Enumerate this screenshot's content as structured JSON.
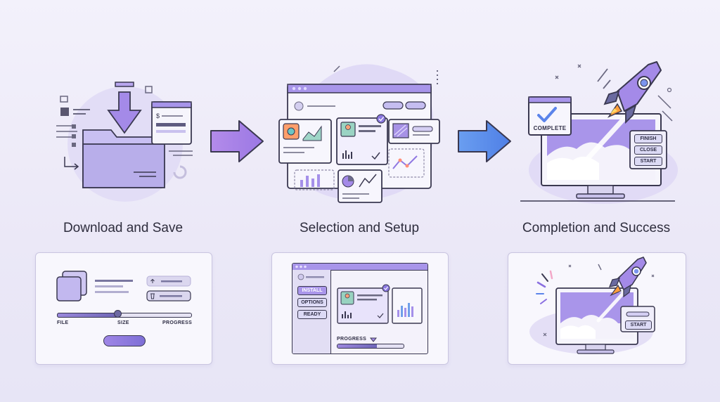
{
  "steps": [
    {
      "title": "Download and Save"
    },
    {
      "title": "Selection and Setup"
    },
    {
      "title": "Completion and Success"
    }
  ],
  "illustration": {
    "complete_badge": "COMPLETE",
    "buttons": [
      "FINISH",
      "CLOSE",
      "START"
    ]
  },
  "card_download": {
    "labels": [
      "FILE",
      "SIZE",
      "PROGRESS"
    ],
    "slider_level": 0.45
  },
  "card_setup": {
    "buttons": [
      "INSTALL",
      "OPTIONS",
      "READY"
    ],
    "progress_label": "PROGRESS",
    "progress_level": 0.6
  },
  "card_success": {
    "button": "START"
  },
  "colors": {
    "accent_purple": "#9b7fe6",
    "accent_blue": "#5b8def",
    "outline": "#3a3850",
    "soft_lavender": "#d9d3f5"
  }
}
